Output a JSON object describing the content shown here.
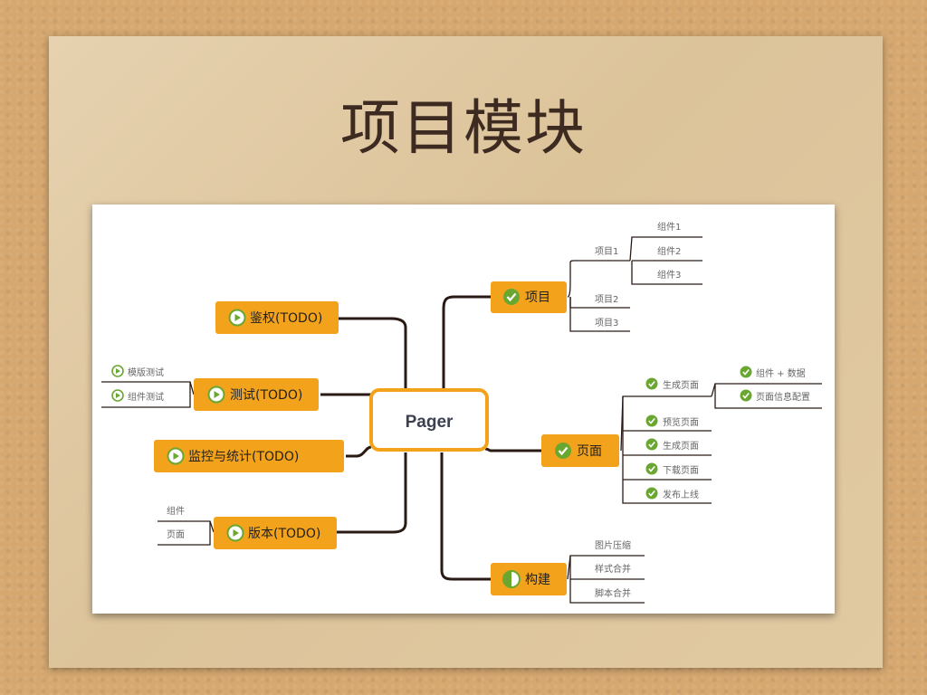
{
  "slide": {
    "title": "项目模块"
  },
  "mindmap": {
    "center": "Pager",
    "right": {
      "project": {
        "label": "项目",
        "children": [
          "项目1",
          "项目2",
          "项目3"
        ],
        "project1_children": [
          "组件1",
          "组件2",
          "组件3"
        ]
      },
      "page": {
        "label": "页面",
        "children": [
          "生成页面",
          "预览页面",
          "生成页面",
          "下载页面",
          "发布上线"
        ],
        "gen_children": [
          "组件 + 数据",
          "页面信息配置"
        ]
      },
      "build": {
        "label": "构建",
        "children": [
          "图片压缩",
          "样式合并",
          "脚本合并"
        ]
      }
    },
    "left": {
      "auth": {
        "label": "鉴权(TODO)"
      },
      "test": {
        "label": "测试(TODO)",
        "children": [
          "模版测试",
          "组件测试"
        ]
      },
      "monitor": {
        "label": "监控与统计(TODO)"
      },
      "version": {
        "label": "版本(TODO)",
        "children": [
          "组件",
          "页面"
        ]
      }
    }
  },
  "colors": {
    "node": "#f3a31b",
    "check": "#6aa730",
    "center_border": "#f3a31b",
    "line": "#2a1a14"
  }
}
